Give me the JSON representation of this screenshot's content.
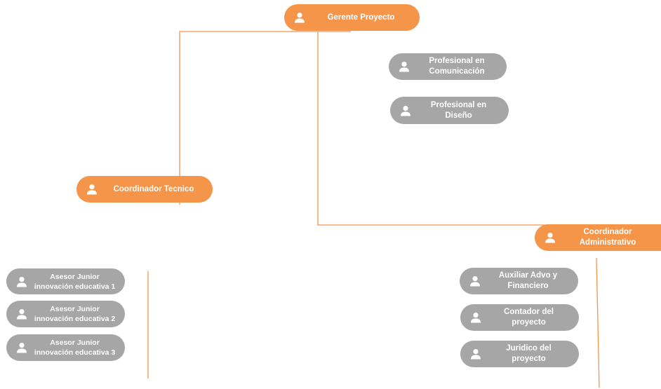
{
  "colors": {
    "manager": "#F4954A",
    "staff": "#A6A6A6",
    "connector": "#F4954A",
    "text": "#FFFFFF"
  },
  "icon": "person-icon",
  "nodes": {
    "gerente": "Gerente Proyecto",
    "profesional_comunicacion": [
      "Profesional en",
      "Comunicación"
    ],
    "profesional_diseno": [
      "Profesional en",
      "Diseño"
    ],
    "coordinador_tecnico": "Coordinador Tecnico",
    "coordinador_administrativo": [
      "Coordinador",
      "Administrativo"
    ],
    "asesor_1": [
      "Asesor Junior",
      "innovación educativa 1"
    ],
    "asesor_2": [
      "Asesor Junior",
      "innovación educativa 2"
    ],
    "asesor_3": [
      "Asesor Junior",
      "innovación educativa 3"
    ],
    "auxiliar": [
      "Auxiliar Advo y",
      "Financiero"
    ],
    "contador": [
      "Contador del",
      "proyecto"
    ],
    "juridico": [
      "Juridico del",
      "proyecto"
    ]
  }
}
